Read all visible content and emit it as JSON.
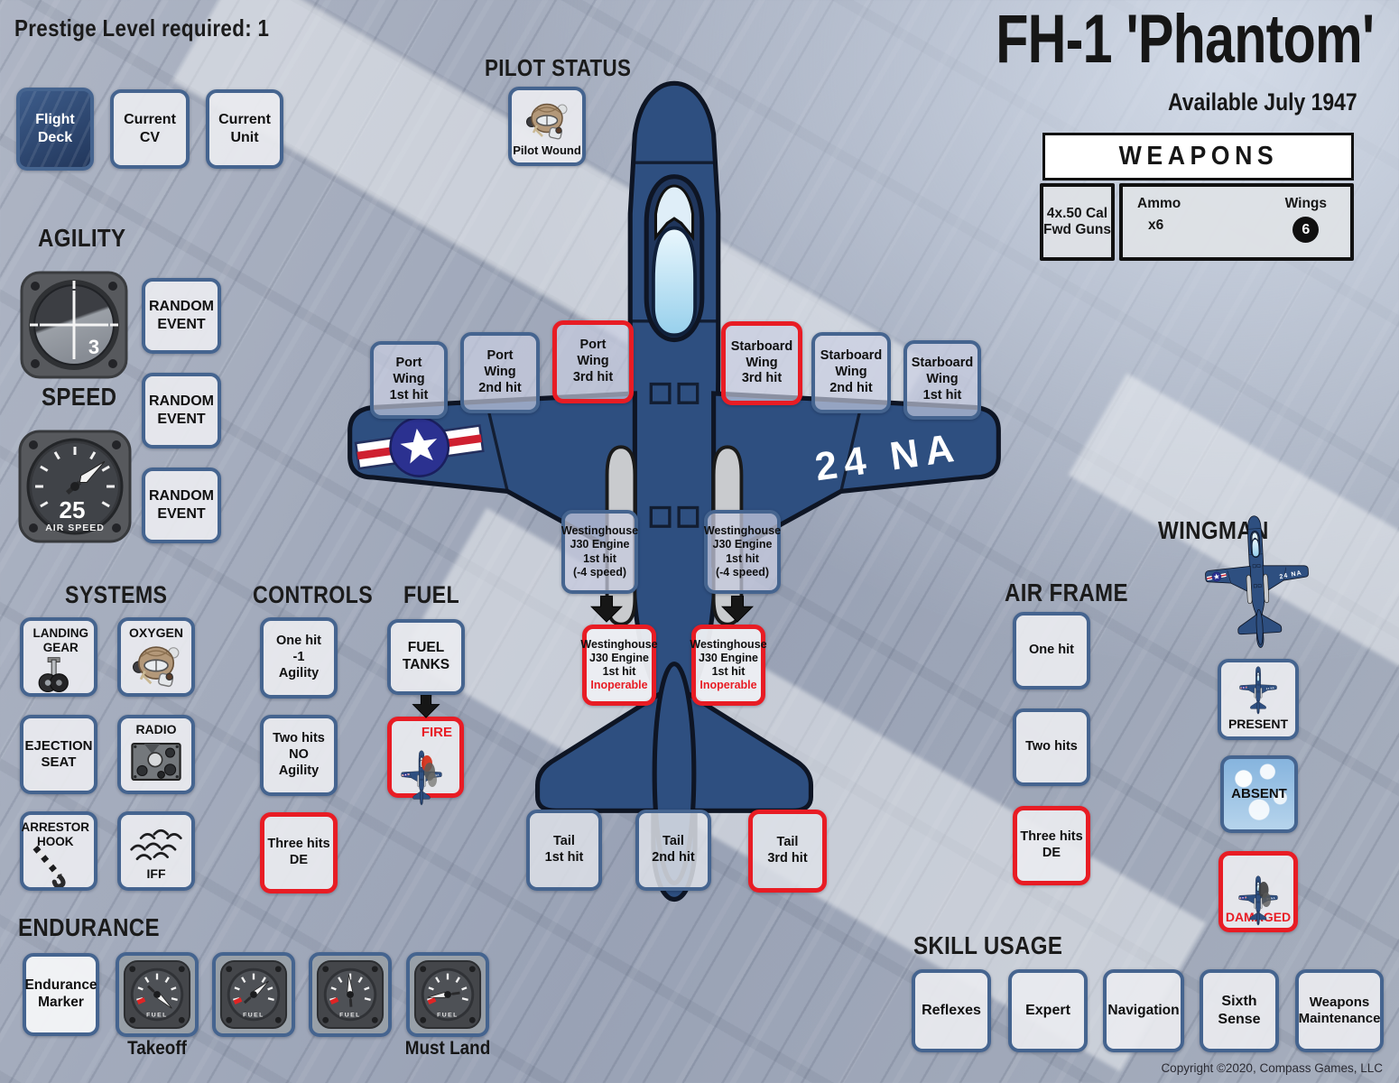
{
  "header": {
    "prestige": "Prestige Level required: 1",
    "title": "FH-1 'Phantom'",
    "available": "Available July 1947"
  },
  "nav": {
    "flight_deck": "Flight\nDeck",
    "current_cv": "Current\nCV",
    "current_unit": "Current\nUnit"
  },
  "pilot_status": {
    "heading": "PILOT STATUS",
    "wound_label": "Pilot Wound"
  },
  "weapons": {
    "heading": "WEAPONS",
    "guns": "4x.50 Cal\nFwd Guns",
    "ammo_label": "Ammo",
    "ammo_value": "x6",
    "wings_label": "Wings",
    "wings_count": "6"
  },
  "agility": {
    "heading": "AGILITY",
    "value": "3"
  },
  "speed": {
    "heading": "SPEED",
    "value": "25",
    "unit": "AIR SPEED"
  },
  "random_events": [
    "RANDOM\nEVENT",
    "RANDOM\nEVENT",
    "RANDOM\nEVENT"
  ],
  "systems": {
    "heading": "SYSTEMS",
    "items": [
      {
        "label": "LANDING\nGEAR"
      },
      {
        "label": "OXYGEN"
      },
      {
        "label": "EJECTION\nSEAT"
      },
      {
        "label": "RADIO"
      },
      {
        "label": "ARRESTOR\nHOOK"
      },
      {
        "label": "IFF"
      }
    ]
  },
  "controls": {
    "heading": "CONTROLS",
    "boxes": [
      {
        "label": "One hit\n-1\nAgility",
        "severity": "normal"
      },
      {
        "label": "Two hits\nNO\nAgility",
        "severity": "normal"
      },
      {
        "label": "Three hits\nDE",
        "severity": "critical"
      }
    ]
  },
  "fuel": {
    "heading": "FUEL",
    "tanks": "FUEL\nTANKS",
    "fire": "FIRE"
  },
  "aircraft": {
    "marking": "24 NA",
    "wing_hits": [
      {
        "label": "Port\nWing\n1st hit",
        "severity": "normal"
      },
      {
        "label": "Port\nWing\n2nd hit",
        "severity": "normal"
      },
      {
        "label": "Port\nWing\n3rd hit",
        "severity": "critical"
      },
      {
        "label": "Starboard\nWing\n3rd hit",
        "severity": "critical"
      },
      {
        "label": "Starboard\nWing\n2nd hit",
        "severity": "normal"
      },
      {
        "label": "Starboard\nWing\n1st hit",
        "severity": "normal"
      }
    ],
    "engine_hits": [
      {
        "label": "Westinghouse\nJ30 Engine\n1st hit\n(-4 speed)"
      },
      {
        "label": "Westinghouse\nJ30 Engine\n1st hit\n(-4 speed)"
      }
    ],
    "engine_out": [
      {
        "label": "Westinghouse\nJ30 Engine\n1st hit",
        "status": "Inoperable"
      },
      {
        "label": "Westinghouse\nJ30 Engine\n1st hit",
        "status": "Inoperable"
      }
    ],
    "tail_hits": [
      {
        "label": "Tail\n1st hit",
        "severity": "normal"
      },
      {
        "label": "Tail\n2nd hit",
        "severity": "normal"
      },
      {
        "label": "Tail\n3rd hit",
        "severity": "critical"
      }
    ]
  },
  "airframe": {
    "heading": "AIR FRAME",
    "boxes": [
      {
        "label": "One hit",
        "severity": "normal"
      },
      {
        "label": "Two hits",
        "severity": "normal"
      },
      {
        "label": "Three hits\nDE",
        "severity": "critical"
      }
    ]
  },
  "wingman": {
    "heading": "WINGMAN",
    "present": "PRESENT",
    "absent": "ABSENT",
    "damaged": "DAMAGED"
  },
  "endurance": {
    "heading": "ENDURANCE",
    "marker": "Endurance\nMarker",
    "gauge_label": "FUEL",
    "takeoff": "Takeoff",
    "must_land": "Must Land",
    "needle_angles": [
      133,
      48,
      -4,
      -98
    ]
  },
  "skills": {
    "heading": "SKILL USAGE",
    "items": [
      "Reflexes",
      "Expert",
      "Navigation",
      "Sixth\nSense",
      "Weapons\nMaintenance"
    ]
  },
  "footer": {
    "copyright": "Copyright ©2020, Compass Games, LLC"
  },
  "colors": {
    "accent_blue": "#45648f",
    "critical_red": "#e81c24",
    "aircraft_blue": "#2e4f80"
  }
}
